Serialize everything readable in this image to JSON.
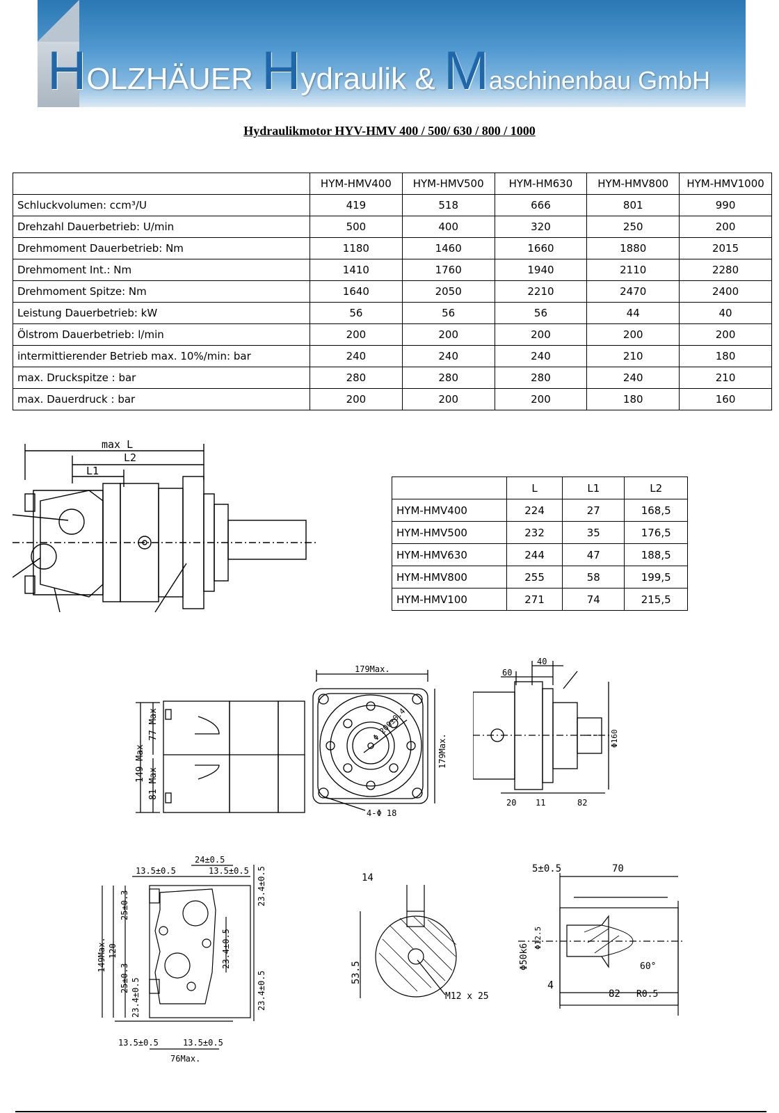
{
  "header": {
    "company_h": "H",
    "company_rest1": "OLZHÄUER ",
    "company_h2": "H",
    "company_rest2": "ydraulik & ",
    "company_m": "M",
    "company_rest3": "aschinenbau GmbH"
  },
  "title": "Hydraulikmotor    HYV-HMV 400 / 500/ 630 / 800 / 1000",
  "spec_table": {
    "columns": [
      "HYM-HMV400",
      "HYM-HMV500",
      "HYM-HM630",
      "HYM-HMV800",
      "HYM-HMV1000"
    ],
    "rows": [
      {
        "label": "Schluckvolumen: ccm³/U",
        "values": [
          "419",
          "518",
          "666",
          "801",
          "990"
        ]
      },
      {
        "label": "Drehzahl Dauerbetrieb:  U/min",
        "values": [
          "500",
          "400",
          "320",
          "250",
          "200"
        ]
      },
      {
        "label": "Drehmoment Dauerbetrieb:  Nm",
        "values": [
          "1180",
          "1460",
          "1660",
          "1880",
          "2015"
        ]
      },
      {
        "label": "Drehmoment Int.:  Nm",
        "values": [
          "1410",
          "1760",
          "1940",
          "2110",
          "2280"
        ]
      },
      {
        "label": "Drehmoment Spitze:  Nm",
        "values": [
          "1640",
          "2050",
          "2210",
          "2470",
          "2400"
        ]
      },
      {
        "label": "Leistung Dauerbetrieb:  kW",
        "values": [
          "56",
          "56",
          "56",
          "44",
          "40"
        ]
      },
      {
        "label": "Ölstrom Dauerbetrieb:  l/min",
        "values": [
          "200",
          "200",
          "200",
          "200",
          "200"
        ]
      },
      {
        "label": "intermittierender Betrieb max. 10%/min:  bar",
        "values": [
          "240",
          "240",
          "240",
          "210",
          "180"
        ]
      },
      {
        "label": "max. Druckspitze : bar",
        "values": [
          "280",
          "280",
          "280",
          "240",
          "210"
        ]
      },
      {
        "label": "max. Dauerdruck : bar",
        "values": [
          "200",
          "200",
          "200",
          "180",
          "160"
        ]
      }
    ]
  },
  "dim_table": {
    "columns": [
      "",
      "L",
      "L1",
      "L2"
    ],
    "rows": [
      {
        "label": "HYM-HMV400",
        "values": [
          "224",
          "27",
          "168,5"
        ]
      },
      {
        "label": "HYM-HMV500",
        "values": [
          "232",
          "35",
          "176,5"
        ]
      },
      {
        "label": "HYM-HMV630",
        "values": [
          "244",
          "47",
          "188,5"
        ]
      },
      {
        "label": "HYM-HMV800",
        "values": [
          "255",
          "58",
          "199,5"
        ]
      },
      {
        "label": "HYM-HMV100",
        "values": [
          "271",
          "74",
          "215,5"
        ]
      }
    ]
  },
  "drawing_labels": {
    "side": {
      "maxL": "max L",
      "l2": "L2",
      "l1": "L1"
    },
    "front": {
      "width": "179Max.",
      "height": "179Max.",
      "bolt": "4-Φ 18",
      "pcd": "Φ 200±0.4"
    },
    "left": {
      "total": "149 Max",
      "upper": "77 Max",
      "lower": "81 Max"
    },
    "right": {
      "d40": "40",
      "d60": "60",
      "d20": "20",
      "d11": "11",
      "d82": "82",
      "flange": "Φ160"
    },
    "port": {
      "top1": "24±0.5",
      "top2": "13.5±0.5",
      "top3": "13.5±0.5",
      "r1": "23.4±0.5",
      "r2": "23.4±0.5",
      "r3": "23.4±0.5",
      "l1": "25±0.3",
      "l2": "120",
      "l3": "25±0.3",
      "l4": "23.4±0.5",
      "total": "149Max.",
      "bot1": "13.5±0.5",
      "bot2": "13.5±0.5",
      "bot3": "76Max."
    },
    "shaft_section": {
      "key": "14",
      "dim": "53.5",
      "thread": "M12 x 25"
    },
    "shaft_side": {
      "d1": "5±0.5",
      "d2": "70",
      "d3": "Φ50k6",
      "d4": "Φ12.5",
      "d5": "60°",
      "d6": "4",
      "d7": "82",
      "d8": "R0.5"
    }
  }
}
